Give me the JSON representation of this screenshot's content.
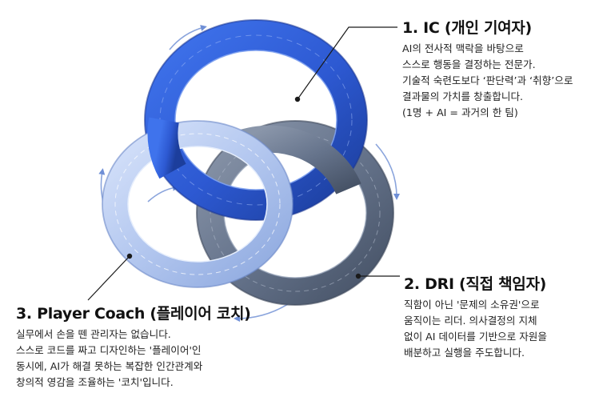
{
  "ic": {
    "title": "1. IC (개인 기여자)",
    "lines": [
      "AI의 전사적 맥락을 바탕으로",
      "스스로 행동을 결정하는 전문가.",
      "기술적 숙련도보다 ‘판단력’과 ‘취향’으로",
      "결과물의 가치를 창출합니다.",
      "(1명 + AI = 과거의 한 팀)"
    ]
  },
  "dri": {
    "title": "2. DRI (직접 책임자)",
    "lines": [
      "직함이 아닌 '문제의 소유권'으로",
      "움직이는 리더. 의사결정의 지체",
      "없이 AI 데이터를 기반으로 자원을",
      "배분하고 실행을 주도합니다."
    ]
  },
  "player_coach": {
    "title": "3. Player Coach (플레이어 코치)",
    "lines": [
      "실무에서 손을 뗀 관리자는 없습니다.",
      "스스로 코드를 짜고 디자인하는 '플레이어'인",
      "동시에, AI가 해결 못하는 복잡한 인간관계와",
      "창의적 영감을 조율하는 '코치'입니다."
    ]
  },
  "colors": {
    "ic_ring": "#2f5ed8",
    "ic_ring_dark": "#1d3fa8",
    "dri_ring": "#6c7a90",
    "dri_ring_dark": "#4a5568",
    "pc_ring": "#b5c8ef",
    "pc_ring_dark": "#7f9ad6",
    "arrow": "#6f8fd6"
  }
}
